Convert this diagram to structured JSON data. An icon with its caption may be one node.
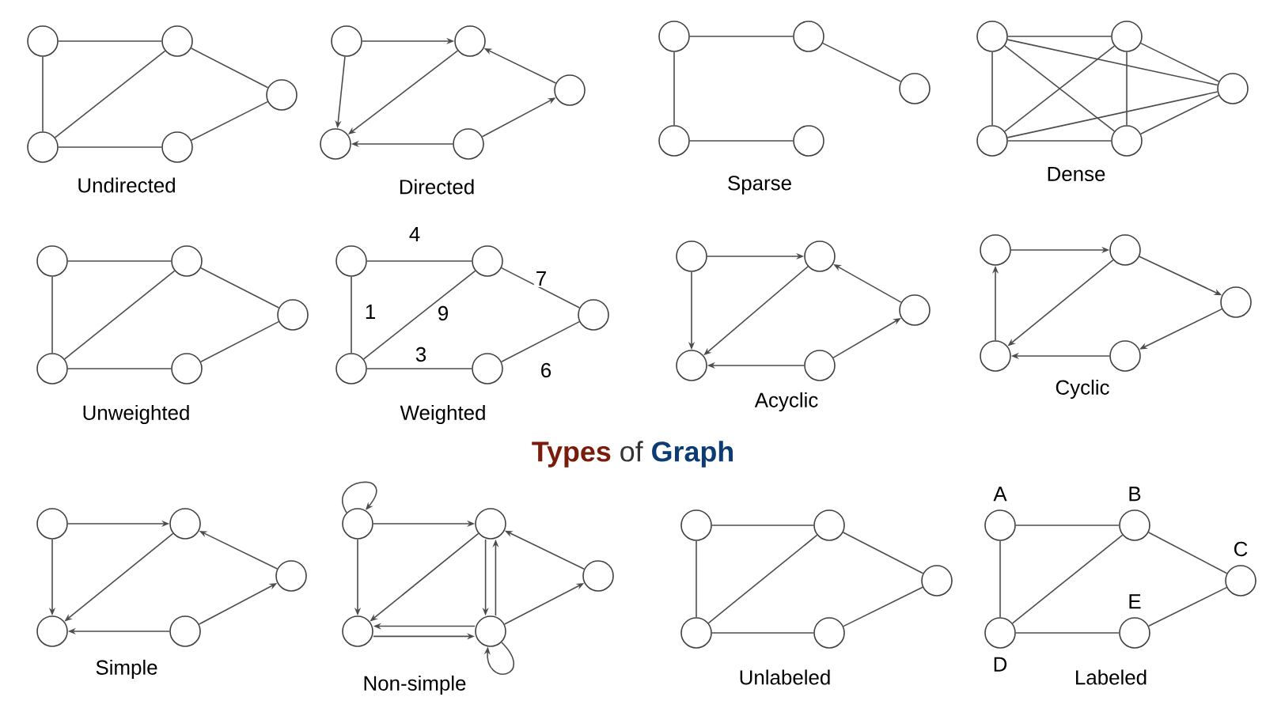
{
  "diagram": {
    "title": "**Types** of **Graph**",
    "nodes": [
      {
        "text": [],
        "shape": "circle"
      },
      {
        "text": [],
        "shape": "circle"
      },
      {
        "text": [],
        "shape": "circle"
      },
      {
        "text": [],
        "shape": "circle"
      },
      {
        "text": [],
        "shape": "circle"
      },
      {
        "text": [],
        "shape": "circle"
      },
      {
        "text": [],
        "shape": "circle"
      },
      {
        "text": [],
        "shape": "circle"
      },
      {
        "text": [],
        "shape": "circle"
      },
      {
        "text": [],
        "shape": "circle"
      },
      {
        "text": [],
        "shape": "circle"
      },
      {
        "text": [],
        "shape": "circle"
      },
      {
        "text": [],
        "shape": "circle"
      },
      {
        "text": [],
        "shape": "circle"
      },
      {
        "text": [],
        "shape": "circle"
      },
      {
        "text": [],
        "shape": "circle"
      },
      {
        "text": [],
        "shape": "circle"
      },
      {
        "text": [],
        "shape": "circle"
      },
      {
        "text": [],
        "shape": "circle"
      },
      {
        "text": [],
        "shape": "circle"
      },
      {
        "text": [],
        "shape": "circle"
      },
      {
        "text": [],
        "shape": "circle"
      },
      {
        "text": [],
        "shape": "circle"
      },
      {
        "text": [],
        "shape": "circle"
      },
      {
        "text": [],
        "shape": "circle"
      },
      {
        "text": [],
        "shape": "circle"
      },
      {
        "text": [],
        "shape": "circle"
      },
      {
        "text": [],
        "shape": "circle"
      },
      {
        "text": [],
        "shape": "circle"
      },
      {
        "text": [],
        "shape": "circle"
      },
      {
        "text": [],
        "shape": "circle"
      },
      {
        "text": [],
        "shape": "circle"
      },
      {
        "text": [],
        "shape": "circle"
      },
      {
        "text": [],
        "shape": "circle"
      },
      {
        "text": [],
        "shape": "circle"
      },
      {
        "text": [],
        "shape": "circle"
      },
      {
        "text": [],
        "shape": "circle"
      },
      {
        "text": [],
        "shape": "circle"
      },
      {
        "text": [],
        "shape": "circle"
      },
      {
        "text": [],
        "shape": "circle"
      },
      {
        "text": [],
        "shape": "circle"
      },
      {
        "text": [],
        "shape": "circle"
      },
      {
        "text": [],
        "shape": "circle"
      },
      {
        "text": [],
        "shape": "circle"
      },
      {
        "text": [],
        "shape": "circle"
      },
      {
        "text": [],
        "shape": "circle"
      },
      {
        "text": [],
        "shape": "circle"
      },
      {
        "text": [],
        "shape": "circle"
      },
      {
        "text": [],
        "shape": "circle"
      },
      {
        "text": [],
        "shape": "circle"
      },
      {
        "text": [],
        "shape": "circle"
      },
      {
        "text": [],
        "shape": "circle"
      },
      {
        "text": [],
        "shape": "circle"
      },
      {
        "text": [],
        "shape": "circle"
      },
      {
        "text": [],
        "shape": "circle"
      },
      {
        "text": [
          "A"
        ]
      },
      {
        "text": [
          "B"
        ]
      },
      {
        "text": [
          "C"
        ]
      },
      {
        "text": [
          "D"
        ]
      },
      {
        "text": [
          "E"
        ]
      }
    ],
    "edges": [
      {
        "from": 0,
        "to": 1,
        "arrow": "none"
      },
      {
        "from": 0,
        "to": 3,
        "arrow": "none"
      },
      {
        "from": 1,
        "to": 3,
        "arrow": "none"
      },
      {
        "from": 3,
        "to": 4,
        "arrow": "none"
      },
      {
        "from": 1,
        "to": 2,
        "arrow": "none"
      },
      {
        "from": 4,
        "to": 2,
        "arrow": "none"
      },
      {
        "from": 5,
        "to": 6,
        "arrow": "to"
      },
      {
        "from": 5,
        "to": 8,
        "arrow": "to"
      },
      {
        "from": 6,
        "to": 8,
        "arrow": "to"
      },
      {
        "from": 9,
        "to": 8,
        "arrow": "to"
      },
      {
        "from": 7,
        "to": 6,
        "arrow": "to"
      },
      {
        "from": 9,
        "to": 7,
        "arrow": "to"
      },
      {
        "from": 10,
        "to": 11,
        "arrow": "none"
      },
      {
        "from": 10,
        "to": 13,
        "arrow": "none"
      },
      {
        "from": 13,
        "to": 14,
        "arrow": "none"
      },
      {
        "from": 11,
        "to": 12,
        "arrow": "none"
      },
      {
        "from": 15,
        "to": 16,
        "arrow": "none"
      },
      {
        "from": 15,
        "to": 18,
        "arrow": "none"
      },
      {
        "from": 15,
        "to": 19,
        "arrow": "none"
      },
      {
        "from": 15,
        "to": 17,
        "arrow": "none"
      },
      {
        "from": 16,
        "to": 18,
        "arrow": "none"
      },
      {
        "from": 16,
        "to": 19,
        "arrow": "none"
      },
      {
        "from": 16,
        "to": 17,
        "arrow": "none"
      },
      {
        "from": 18,
        "to": 19,
        "arrow": "none"
      },
      {
        "from": 18,
        "to": 17,
        "arrow": "none"
      },
      {
        "from": 19,
        "to": 17,
        "arrow": "none"
      },
      {
        "from": 20,
        "to": 21,
        "arrow": "none"
      },
      {
        "from": 20,
        "to": 23,
        "arrow": "none"
      },
      {
        "from": 21,
        "to": 23,
        "arrow": "none"
      },
      {
        "from": 23,
        "to": 24,
        "arrow": "none"
      },
      {
        "from": 21,
        "to": 22,
        "arrow": "none"
      },
      {
        "from": 24,
        "to": 22,
        "arrow": "none"
      },
      {
        "from": 25,
        "to": 26,
        "arrow": "none",
        "label": "4"
      },
      {
        "from": 25,
        "to": 28,
        "arrow": "none",
        "label": "1"
      },
      {
        "from": 26,
        "to": 28,
        "arrow": "none",
        "label": "9"
      },
      {
        "from": 28,
        "to": 29,
        "arrow": "none",
        "label": "3"
      },
      {
        "from": 26,
        "to": 27,
        "arrow": "none",
        "label": "7"
      },
      {
        "from": 29,
        "to": 27,
        "arrow": "none",
        "label": "6"
      },
      {
        "from": 30,
        "to": 31,
        "arrow": "to"
      },
      {
        "from": 30,
        "to": 33,
        "arrow": "to"
      },
      {
        "from": 31,
        "to": 33,
        "arrow": "to"
      },
      {
        "from": 34,
        "to": 33,
        "arrow": "to"
      },
      {
        "from": 32,
        "to": 31,
        "arrow": "to"
      },
      {
        "from": 34,
        "to": 32,
        "arrow": "to"
      },
      {
        "from": 35,
        "to": 36,
        "arrow": "to"
      },
      {
        "from": 38,
        "to": 35,
        "arrow": "to"
      },
      {
        "from": 36,
        "to": 37,
        "arrow": "to"
      },
      {
        "from": 37,
        "to": 39,
        "arrow": "to"
      },
      {
        "from": 39,
        "to": 38,
        "arrow": "to"
      },
      {
        "from": 36,
        "to": 38,
        "arrow": "to"
      },
      {
        "from": 40,
        "to": 41,
        "arrow": "to"
      },
      {
        "from": 40,
        "to": 43,
        "arrow": "to"
      },
      {
        "from": 41,
        "to": 43,
        "arrow": "to"
      },
      {
        "from": 44,
        "to": 43,
        "arrow": "to"
      },
      {
        "from": 42,
        "to": 41,
        "arrow": "to"
      },
      {
        "from": 44,
        "to": 42,
        "arrow": "to"
      },
      {
        "from": 45,
        "to": 45,
        "arrow": "to"
      },
      {
        "from": 45,
        "to": 46,
        "arrow": "to"
      },
      {
        "from": 45,
        "to": 48,
        "arrow": "to"
      },
      {
        "from": 46,
        "to": 48,
        "arrow": "to"
      },
      {
        "from": 48,
        "to": 49,
        "arrow": "to"
      },
      {
        "from": 49,
        "to": 48,
        "arrow": "to"
      },
      {
        "from": 46,
        "to": 49,
        "arrow": "to"
      },
      {
        "from": 49,
        "to": 46,
        "arrow": "to"
      },
      {
        "from": 47,
        "to": 46,
        "arrow": "to"
      },
      {
        "from": 49,
        "to": 47,
        "arrow": "to"
      },
      {
        "from": 49,
        "to": 49,
        "arrow": "to"
      },
      {
        "from": 50,
        "to": 51,
        "arrow": "none"
      },
      {
        "from": 50,
        "to": 53,
        "arrow": "none"
      },
      {
        "from": 51,
        "to": 53,
        "arrow": "none"
      },
      {
        "from": 53,
        "to": 54,
        "arrow": "none"
      },
      {
        "from": 51,
        "to": 52,
        "arrow": "none"
      },
      {
        "from": 54,
        "to": 52,
        "arrow": "none"
      },
      {
        "from": 55,
        "to": 56,
        "arrow": "none"
      },
      {
        "from": 55,
        "to": 58,
        "arrow": "none"
      },
      {
        "from": 56,
        "to": 58,
        "arrow": "none"
      },
      {
        "from": 58,
        "to": 59,
        "arrow": "none"
      },
      {
        "from": 56,
        "to": 57,
        "arrow": "none"
      },
      {
        "from": 59,
        "to": 57,
        "arrow": "none"
      }
    ],
    "labels": [
      "Undirected",
      "Directed",
      "Sparse",
      "Dense",
      "Unweighted",
      "Weighted",
      "Acyclic",
      "Cyclic",
      "Simple",
      "Non-simple",
      "Unlabeled",
      "Labeled"
    ]
  }
}
